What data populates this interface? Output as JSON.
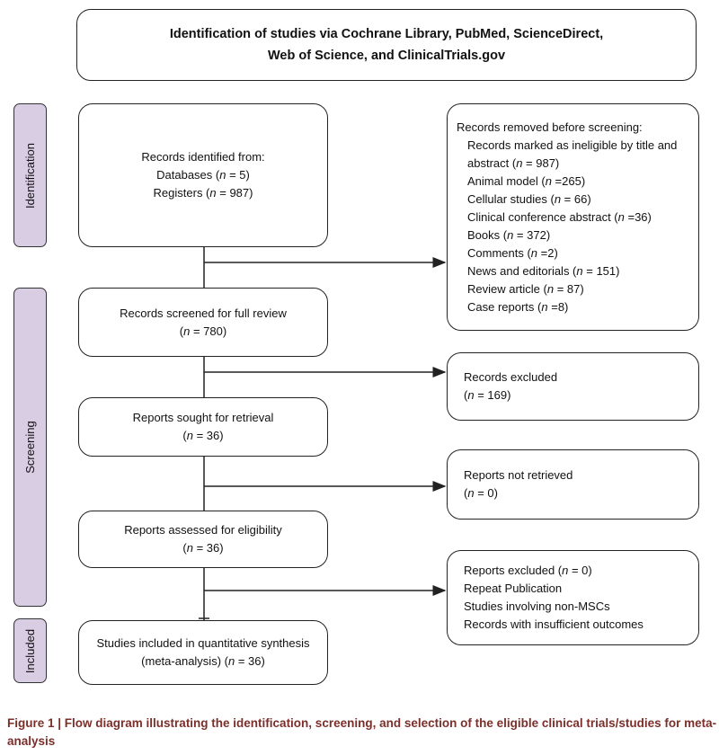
{
  "header": {
    "line1": "Identification of studies via Cochrane Library, PubMed, ScienceDirect,",
    "line2": "Web of Science, and ClinicalTrials.gov"
  },
  "phases": {
    "identification": "Identification",
    "screening": "Screening",
    "included": "Included"
  },
  "identified": {
    "title": "Records identified from:",
    "databases": "Databases (n = 5)",
    "registers": "Registers (n = 987)"
  },
  "removed": {
    "title": "Records removed before screening:",
    "items": [
      "Records marked as ineligible by title and",
      "abstract (n = 987)",
      "Animal model (n =265)",
      "Cellular studies (n = 66)",
      "Clinical conference abstract (n =36)",
      "Books (n = 372)",
      "Comments (n =2)",
      "News and editorials (n = 151)",
      "Review article (n = 87)",
      "Case reports (n =8)"
    ]
  },
  "screened": {
    "title": "Records screened for full review",
    "n": "(n = 780)"
  },
  "excluded": {
    "title": "Records excluded",
    "n": "(n = 169)"
  },
  "sought": {
    "title": "Reports sought for retrieval",
    "n": "(n = 36)"
  },
  "not_retrieved": {
    "title": "Reports not retrieved",
    "n": "(n = 0)"
  },
  "assessed": {
    "title": "Reports assessed for eligibility",
    "n": "(n = 36)"
  },
  "reports_excluded": {
    "items": [
      "Reports excluded (n = 0)",
      "Repeat Publication",
      "Studies involving non-MSCs",
      "Records with insufficient outcomes"
    ]
  },
  "included": {
    "line1": "Studies included in quantitative synthesis",
    "line2": "(meta-analysis) (n = 36)"
  },
  "caption": "Figure 1  |  Flow diagram illustrating the identification, screening, and selection of the eligible clinical trials/studies for meta-analysis",
  "colors": {
    "phase_fill": "#d9cde4",
    "caption": "#7c2f2a"
  }
}
